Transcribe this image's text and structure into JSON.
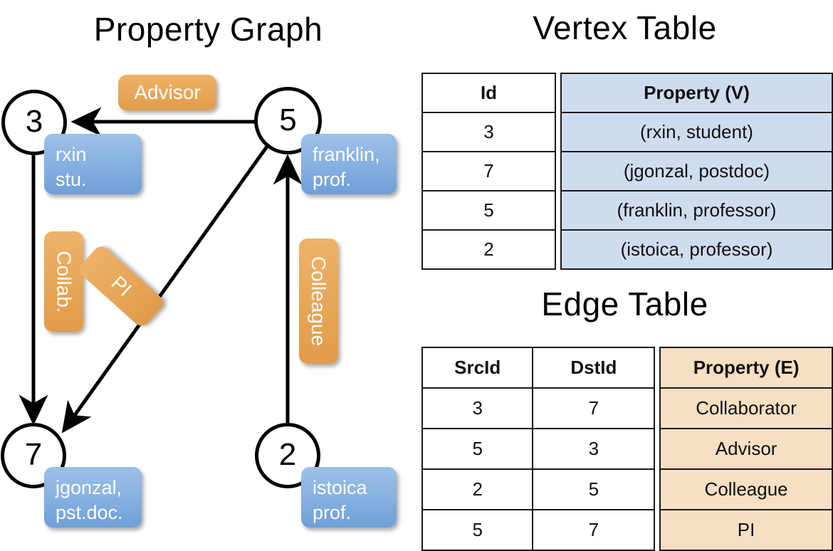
{
  "titles": {
    "property_graph": "Property Graph",
    "vertex_table": "Vertex Table",
    "edge_table": "Edge Table"
  },
  "colors": {
    "vertex_cell": "#cfdcf0",
    "edge_cell": "#f7dfc3",
    "property_box": "#8eb6e3",
    "edge_label_box": "#e9a95c",
    "stroke": "#000000",
    "background": "#ffffff"
  },
  "graph": {
    "nodes": [
      {
        "id": "3",
        "label": "3",
        "prop_line1": "rxin",
        "prop_line2": "stu."
      },
      {
        "id": "5",
        "label": "5",
        "prop_line1": "franklin,",
        "prop_line2": "prof."
      },
      {
        "id": "7",
        "label": "7",
        "prop_line1": "jgonzal,",
        "prop_line2": "pst.doc."
      },
      {
        "id": "2",
        "label": "2",
        "prop_line1": "istoica",
        "prop_line2": "prof."
      }
    ],
    "edge_labels": [
      {
        "key": "advisor",
        "text": "Advisor",
        "orientation": "horizontal"
      },
      {
        "key": "collab",
        "text": "Collab.",
        "orientation": "vertical"
      },
      {
        "key": "pi",
        "text": "PI",
        "orientation": "diagonal"
      },
      {
        "key": "colleague",
        "text": "Colleague",
        "orientation": "vertical"
      }
    ],
    "edges": [
      {
        "src": "5",
        "dst": "3",
        "label": "Advisor"
      },
      {
        "src": "3",
        "dst": "7",
        "label": "Collab."
      },
      {
        "src": "5",
        "dst": "7",
        "label": "PI"
      },
      {
        "src": "2",
        "dst": "5",
        "label": "Colleague"
      }
    ]
  },
  "vertex_table": {
    "headers": [
      "Id",
      "Property (V)"
    ],
    "rows": [
      {
        "id": "3",
        "property": "(rxin, student)"
      },
      {
        "id": "7",
        "property": "(jgonzal, postdoc)"
      },
      {
        "id": "5",
        "property": "(franklin, professor)"
      },
      {
        "id": "2",
        "property": "(istoica, professor)"
      }
    ]
  },
  "edge_table": {
    "headers": [
      "SrcId",
      "DstId",
      "Property (E)"
    ],
    "rows": [
      {
        "src": "3",
        "dst": "7",
        "property": "Collaborator"
      },
      {
        "src": "5",
        "dst": "3",
        "property": "Advisor"
      },
      {
        "src": "2",
        "dst": "5",
        "property": "Colleague"
      },
      {
        "src": "5",
        "dst": "7",
        "property": "PI"
      }
    ]
  }
}
